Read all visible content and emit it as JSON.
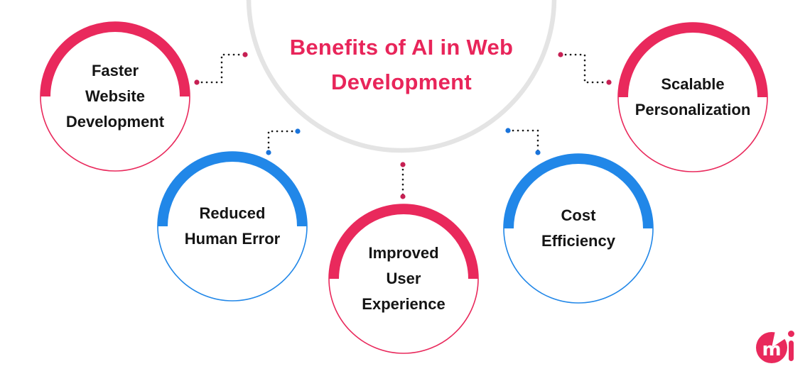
{
  "title": {
    "text": "Benefits of AI in Web\nDevelopment"
  },
  "nodes": [
    {
      "id": "faster-website-development",
      "label": "Faster\nWebsite\nDevelopment",
      "color": "#E9295C"
    },
    {
      "id": "reduced-human-error",
      "label": "Reduced\nHuman Error",
      "color": "#2187E8"
    },
    {
      "id": "improved-user-experience",
      "label": "Improved\nUser\nExperience",
      "color": "#E9295C"
    },
    {
      "id": "cost-efficiency",
      "label": "Cost\nEfficiency",
      "color": "#2187E8"
    },
    {
      "id": "scalable-personalization",
      "label": "Scalable\nPersonalization",
      "color": "#E9295C"
    }
  ],
  "colors": {
    "pink": "#E9295C",
    "blue": "#2187E8",
    "pink_dot": "#C62053",
    "blue_dot": "#1A74DB",
    "arc_gray": "#E4E4E4",
    "title_pink": "#E8255A",
    "text": "#151515"
  },
  "logo": {
    "monogram_letter": "m"
  }
}
